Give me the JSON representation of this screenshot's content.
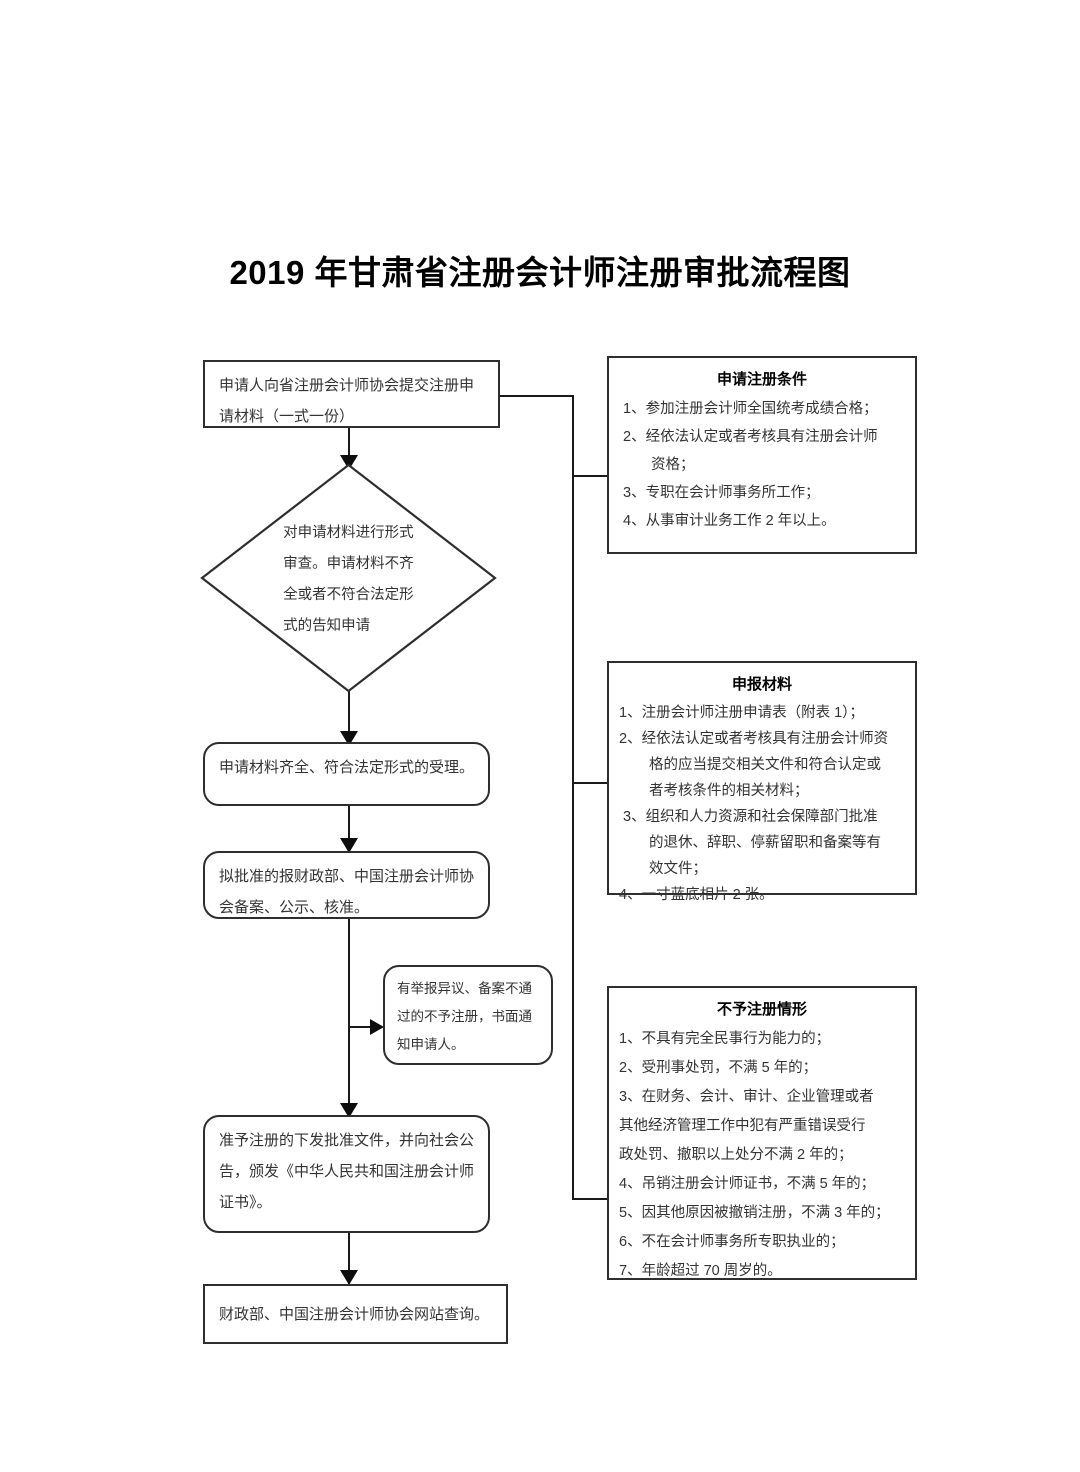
{
  "document": {
    "title": "2019 年甘肃省注册会计师注册审批流程图"
  },
  "flow": {
    "step1": "申请人向省注册会计师协会提交注册申请材料（一式一份）",
    "decision": "对申请材料进行形式审查。申请材料不齐全或者不符合法定形式的告知申请",
    "step2": "申请材料齐全、符合法定形式的受理。",
    "step3": "拟批准的报财政部、中国注册会计师协会备案、公示、核准。",
    "note": "有举报异议、备案不通过的不予注册，书面通知申请人。",
    "step4": "准予注册的下发批准文件，并向社会公告，颁发《中华人民共和国注册会计师证书》。",
    "step5": "财政部、中国注册会计师协会网站查询。"
  },
  "panels": {
    "conditions": {
      "title": "申请注册条件",
      "items": [
        "1、参加注册会计师全国统考成绩合格；",
        "2、经依法认定或者考核具有注册会计师",
        "资格；",
        "3、专职在会计师事务所工作；",
        "4、从事审计业务工作 2 年以上。"
      ]
    },
    "materials": {
      "title": "申报材料",
      "items": [
        "1、注册会计师注册申请表（附表 1）；",
        "2、经依法认定或者考核具有注册会计师资",
        "格的应当提交相关文件和符合认定或",
        "者考核条件的相关材料；",
        "3、组织和人力资源和社会保障部门批准",
        "的退休、辞职、停薪留职和备案等有",
        "效文件；",
        "4、一寸蓝底相片 2 张。"
      ]
    },
    "refusal": {
      "title": "不予注册情形",
      "items": [
        "1、不具有完全民事行为能力的；",
        "2、受刑事处罚，不满 5 年的；",
        "3、在财务、会计、审计、企业管理或者",
        "其他经济管理工作中犯有严重错误受行",
        "政处罚、撤职以上处分不满 2 年的；",
        "4、吊销注册会计师证书，不满 5 年的；",
        "5、因其他原因被撤销注册，不满 3 年的；",
        "6、不在会计师事务所专职执业的；",
        "7、年龄超过 70 周岁的。"
      ]
    }
  },
  "style": {
    "border_color": "#2e2e2e",
    "line_color": "#1a1a1a",
    "text_color": "#333333",
    "background": "#ffffff"
  }
}
